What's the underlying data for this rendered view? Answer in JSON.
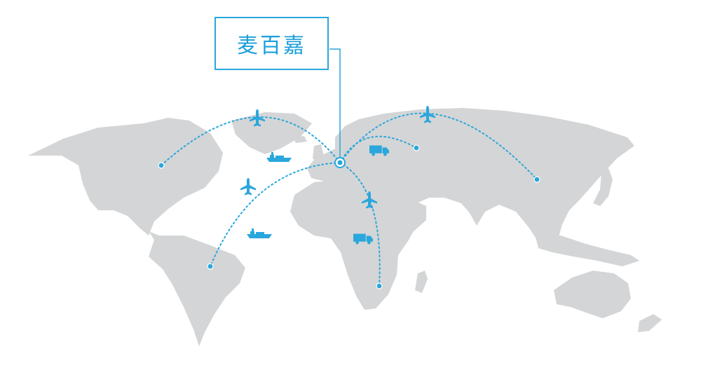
{
  "company": {
    "name": "麦百嘉"
  },
  "colors": {
    "accent": "#2aa7dc",
    "land": "#d4d5d6",
    "background": "#ffffff"
  },
  "routes": [
    {
      "name": "route-europe-north-america",
      "transport": "air-freight"
    },
    {
      "name": "route-europe-south-america",
      "transport": "air-freight"
    },
    {
      "name": "route-europe-southern-africa",
      "transport": "air-freight"
    },
    {
      "name": "route-europe-russia",
      "transport": "land-freight"
    },
    {
      "name": "route-europe-east-asia",
      "transport": "air-freight"
    }
  ],
  "icons": [
    "airplane-icon",
    "truck-icon",
    "cargo-ship-icon"
  ]
}
